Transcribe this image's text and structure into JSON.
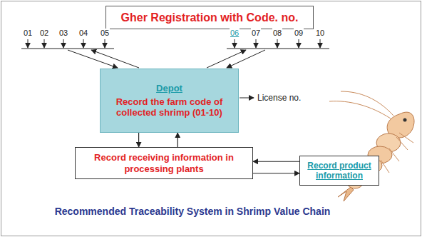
{
  "diagram": {
    "caption": "Recommended Traceability System in Shrimp Value Chain",
    "nodes": [
      {
        "text": [
          "Gher Registration with Code. no."
        ]
      },
      {
        "text": [
          "Depot",
          "Record the farm code of collected shrimp (01-10)"
        ]
      },
      {
        "text": [
          "Record receiving information in processing plants"
        ]
      },
      {
        "text": [
          "Record product information"
        ]
      }
    ],
    "edges": [
      {
        "from": 1,
        "to": 2,
        "arrow": "to"
      },
      {
        "from": 2,
        "to": 1,
        "arrow": "to"
      },
      {
        "from": 3,
        "to": 2,
        "arrow": "to"
      },
      {
        "from": 2,
        "to": 3,
        "arrow": "to"
      }
    ],
    "labels": [
      "01",
      "02",
      "03",
      "04",
      "05",
      "06",
      "07",
      "08",
      "09",
      "10",
      "License no."
    ]
  }
}
